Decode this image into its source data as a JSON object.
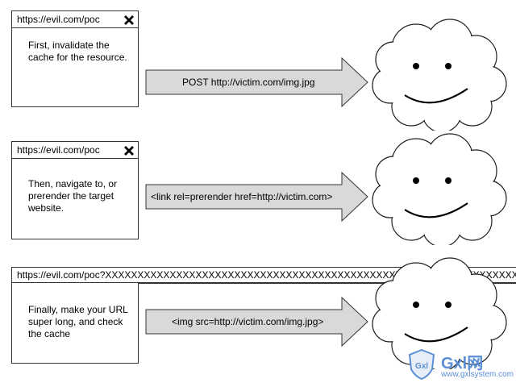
{
  "rows": [
    {
      "url": "https://evil.com/poc",
      "text": "First, invalidate the cache for the resource.",
      "arrow_label": "POST http://victim.com/img.jpg",
      "close_icon": "close-x-icon"
    },
    {
      "url": "https://evil.com/poc",
      "text": "Then, navigate to, or prerender the target website.",
      "arrow_label": "<link rel=prerender href=http://victim.com>",
      "close_icon": "close-x-icon"
    },
    {
      "url": "https://evil.com/poc?XXXXXXXXXXXXXXXXXXXXXXXXXXXXXXXXXXXXXXXXXXXXXXXXXXXXXXXXXXXXXXXXXXXXX",
      "text": "Finally, make your URL super long, and check the cache",
      "arrow_label": "<img src=http://victim.com/img.jpg>"
    }
  ],
  "server_icon": "smiling-cloud-icon",
  "watermark": {
    "brand": "Gxl网",
    "site": "www.gxlsystem.com",
    "shield_text": "Gxl"
  },
  "colors": {
    "arrow_fill": "#d9d9d9",
    "border": "#333333",
    "watermark": "#5b8fd6"
  }
}
